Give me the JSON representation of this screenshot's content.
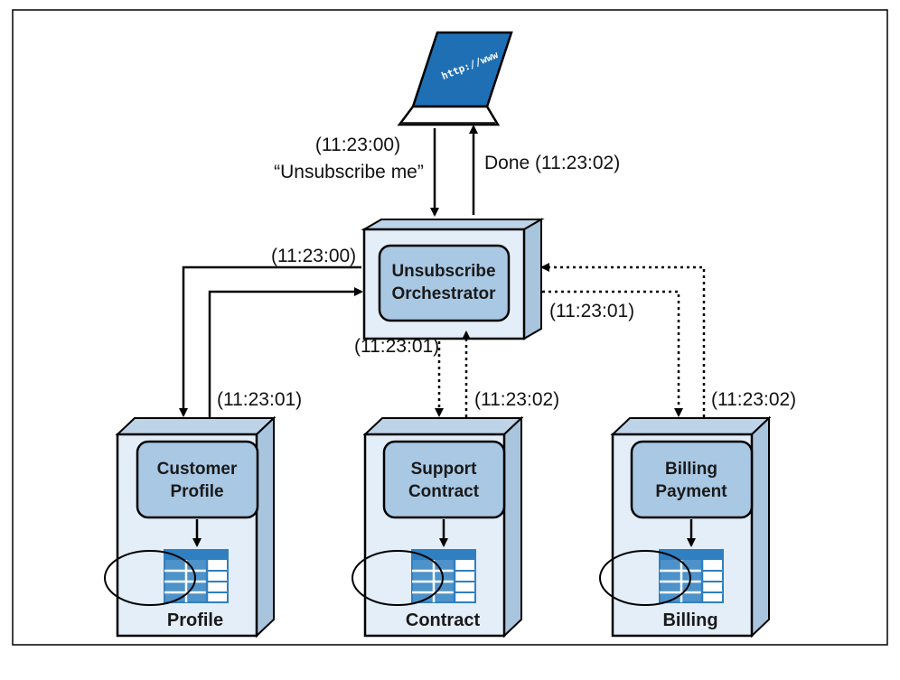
{
  "laptop": {
    "screen_text": "http://www"
  },
  "request": {
    "time": "(11:23:00)",
    "message": "“Unsubscribe me”"
  },
  "response": {
    "text": "Done (11:23:02)"
  },
  "orchestrator": {
    "line1": "Unsubscribe",
    "line2": "Orchestrator"
  },
  "services": [
    {
      "line1": "Customer",
      "line2": "Profile",
      "db": "Profile"
    },
    {
      "line1": "Support",
      "line2": "Contract",
      "db": "Contract"
    },
    {
      "line1": "Billing",
      "line2": "Payment",
      "db": "Billing"
    }
  ],
  "timestamps": {
    "profile_out": "(11:23:00)",
    "profile_back": "(11:23:01)",
    "contract_out": "(11:23:01)",
    "contract_back": "(11:23:02)",
    "billing_out": "(11:23:01)",
    "billing_back": "(11:23:02)"
  },
  "colors": {
    "box_face": "#e3eef8",
    "box_side": "#bcd3e8",
    "inner_box": "#a9c8e4",
    "table_blue": "#2f7fc1",
    "screen_blue": "#1f6fb5",
    "line": "#000000"
  }
}
